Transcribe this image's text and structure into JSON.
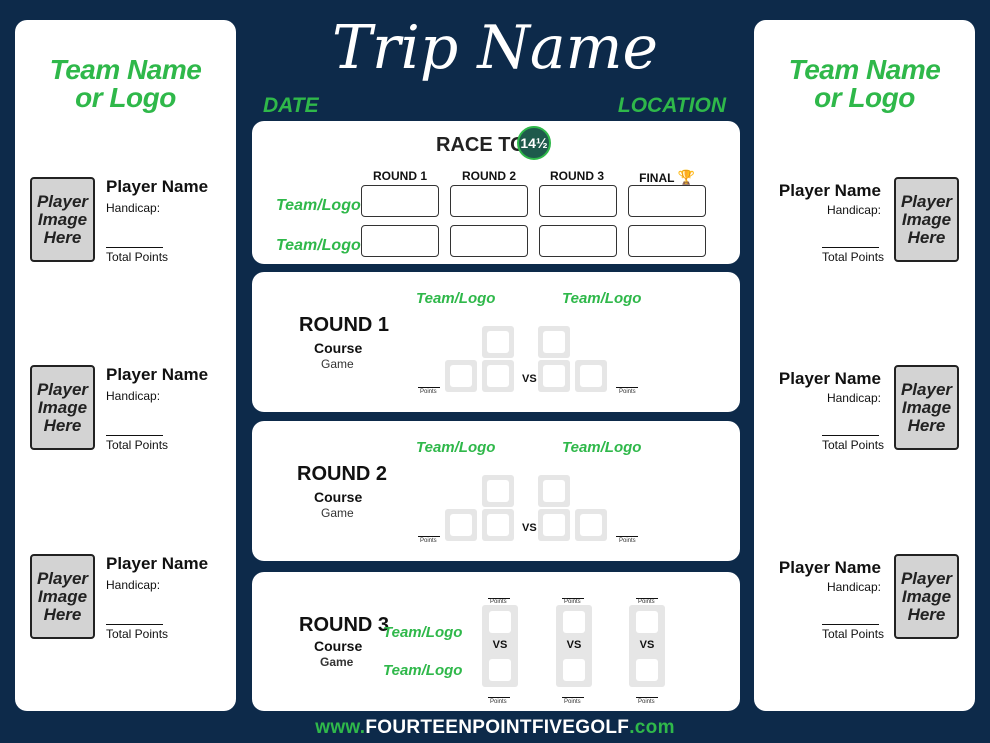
{
  "header": {
    "trip_name": "Trip Name",
    "date_label": "DATE",
    "location_label": "LOCATION"
  },
  "left_team": {
    "title_line1": "Team Name",
    "title_line2": "or Logo",
    "players": [
      {
        "image_text": "Player\nImage\nHere",
        "name": "Player Name",
        "handicap_label": "Handicap:",
        "total_label": "Total Points"
      },
      {
        "image_text": "Player\nImage\nHere",
        "name": "Player Name",
        "handicap_label": "Handicap:",
        "total_label": "Total Points"
      },
      {
        "image_text": "Player\nImage\nHere",
        "name": "Player Name",
        "handicap_label": "Handicap:",
        "total_label": "Total Points"
      }
    ]
  },
  "right_team": {
    "title_line1": "Team Name",
    "title_line2": "or Logo",
    "players": [
      {
        "image_text": "Player\nImage\nHere",
        "name": "Player Name",
        "handicap_label": "Handicap:",
        "total_label": "Total Points"
      },
      {
        "image_text": "Player\nImage\nHere",
        "name": "Player Name",
        "handicap_label": "Handicap:",
        "total_label": "Total Points"
      },
      {
        "image_text": "Player\nImage\nHere",
        "name": "Player Name",
        "handicap_label": "Handicap:",
        "total_label": "Total Points"
      }
    ]
  },
  "race": {
    "title": "RACE TO",
    "logo_text": "14½",
    "columns": [
      "ROUND 1",
      "ROUND 2",
      "ROUND 3",
      "FINAL"
    ],
    "trophy_icon": "trophy-icon",
    "rows": [
      {
        "team": "Team/Logo"
      },
      {
        "team": "Team/Logo"
      }
    ]
  },
  "rounds": [
    {
      "title": "ROUND 1",
      "course": "Course",
      "game": "Game",
      "team_a": "Team/Logo",
      "team_b": "Team/Logo",
      "vs": "VS",
      "points_label": "Points"
    },
    {
      "title": "ROUND 2",
      "course": "Course",
      "game": "Game",
      "team_a": "Team/Logo",
      "team_b": "Team/Logo",
      "vs": "VS",
      "points_label": "Points"
    },
    {
      "title": "ROUND 3",
      "course": "Course",
      "game": "Game",
      "team_a": "Team/Logo",
      "team_b": "Team/Logo",
      "vs": "VS",
      "points_label": "Points"
    }
  ],
  "footer": {
    "prefix": "www.",
    "brand": "FOURTEENPOINTFIVEGOLF",
    "suffix": ".com"
  },
  "colors": {
    "background": "#0d2a4a",
    "accent_green": "#2fb84a",
    "panel": "#ffffff"
  }
}
